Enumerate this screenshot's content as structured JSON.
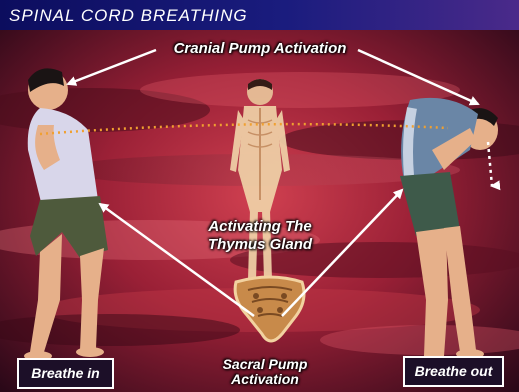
{
  "title": "SPINAL CORD BREATHING",
  "labels": {
    "cranial": "Cranial Pump Activation",
    "thymus_line1": "Activating The",
    "thymus_line2": "Thymus Gland",
    "sacral_line1": "Sacral Pump",
    "sacral_line2": "Activation",
    "breathe_in": "Breathe in",
    "breathe_out": "Breathe out"
  },
  "colors": {
    "title_bar": "#0c0d5e",
    "arrow": "#ffffff",
    "dotted_line": "#f0a030",
    "sky_red": "#b0283a",
    "sky_dark": "#2a0a18"
  }
}
